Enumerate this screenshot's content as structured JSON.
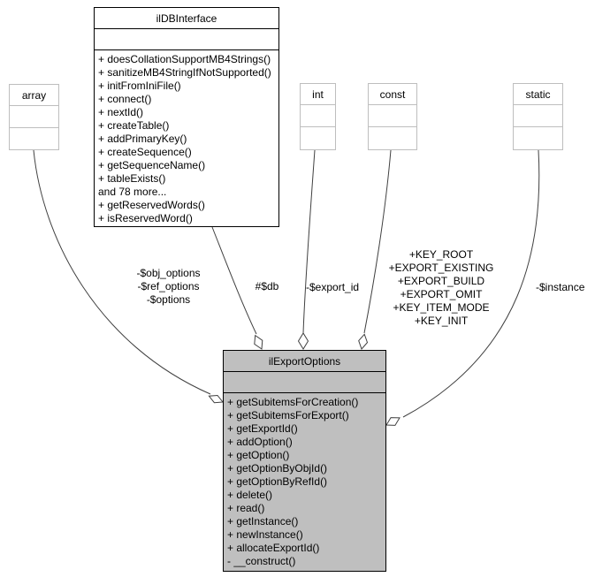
{
  "nodes": {
    "db_interface": {
      "title": "ilDBInterface",
      "methods": [
        "+ doesCollationSupportMB4Strings()",
        "+ sanitizeMB4StringIfNotSupported()",
        "+ initFromIniFile()",
        "+ connect()",
        "+ nextId()",
        "+ createTable()",
        "+ addPrimaryKey()",
        "+ createSequence()",
        "+ getSequenceName()",
        "+ tableExists()",
        "and 78 more...",
        "+ getReservedWords()",
        "+ isReservedWord()"
      ]
    },
    "export_options": {
      "title": "ilExportOptions",
      "methods": [
        "+ getSubitemsForCreation()",
        "+ getSubitemsForExport()",
        "+ getExportId()",
        "+ addOption()",
        "+ getOption()",
        "+ getOptionByObjId()",
        "+ getOptionByRefId()",
        "+ delete()",
        "+ read()",
        "+ getInstance()",
        "+ newInstance()",
        "+ allocateExportId()",
        "- __construct()"
      ]
    },
    "array_type": {
      "title": "array"
    },
    "int_type": {
      "title": "int"
    },
    "const_type": {
      "title": "const"
    },
    "static_type": {
      "title": "static"
    }
  },
  "edge_labels": {
    "array_to_export": [
      "-$obj_options",
      "-$ref_options",
      "-$options"
    ],
    "db_to_export": "#$db",
    "int_to_export": "-$export_id",
    "const_to_export": [
      "+KEY_ROOT",
      "+EXPORT_EXISTING",
      "+EXPORT_BUILD",
      "+EXPORT_OMIT",
      "+KEY_ITEM_MODE",
      "+KEY_INIT"
    ],
    "static_to_export": "-$instance"
  },
  "colors": {
    "node_fill": "#ffffff",
    "highlight_fill": "#bfbfbf",
    "dark_border": "#000000",
    "light_border": "#bebebe",
    "edge": "#404040"
  }
}
